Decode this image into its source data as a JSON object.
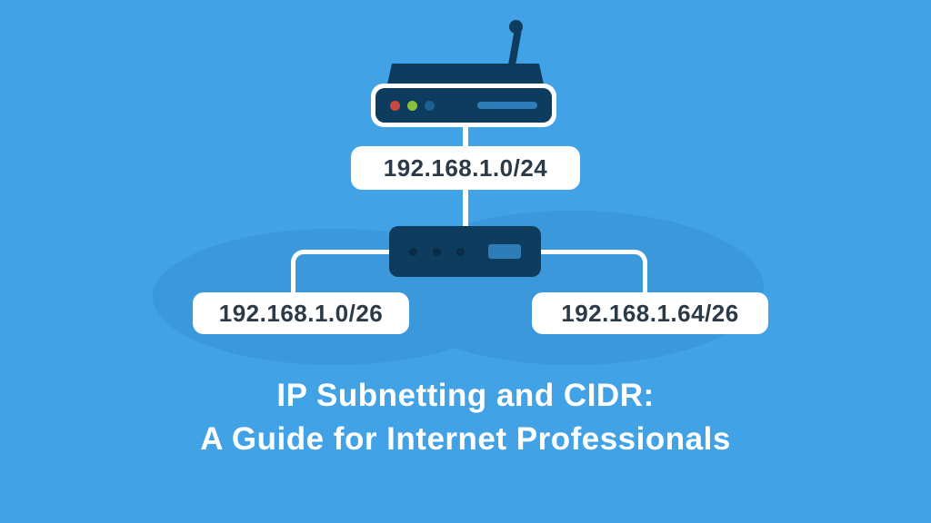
{
  "diagram": {
    "network_label": "192.168.1.0/24",
    "subnet_left_label": "192.168.1.0/26",
    "subnet_right_label": "192.168.1.64/26"
  },
  "title": {
    "line1": "IP Subnetting and CIDR:",
    "line2": "A Guide for Internet Professionals"
  },
  "colors": {
    "background": "#41A2E6",
    "background_shadow": "#3B98DA",
    "device_navy": "#0E3C5F",
    "device_port_dot": "#0A2C47",
    "label_background": "#FFFFFF",
    "label_text": "#2C3A47",
    "title_text": "#FFFFFF",
    "connector_line": "#FFFFFF",
    "led_red": "#C94A3D",
    "led_green": "#8CBF3F",
    "led_blue": "#1A6094",
    "accent_bar": "#2E7CB8"
  }
}
